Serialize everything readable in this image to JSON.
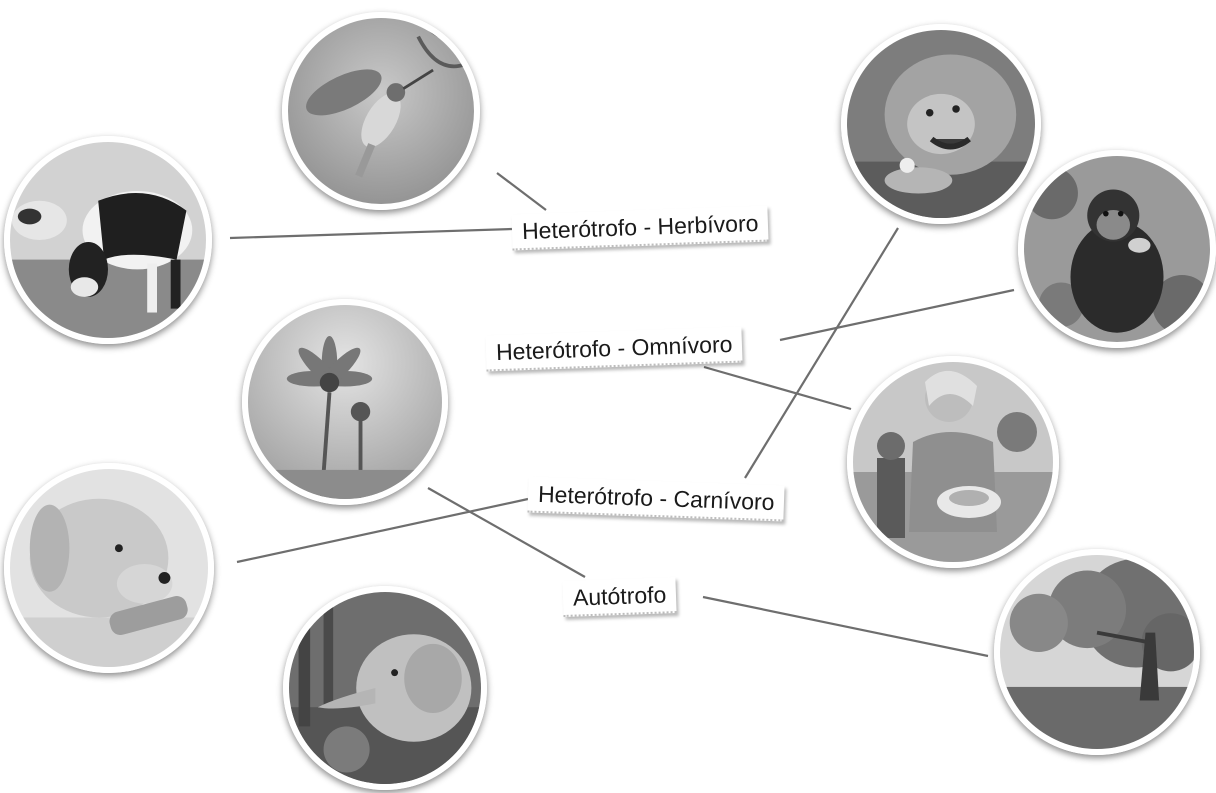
{
  "labels": {
    "herbivoro": "Heterótrofo - Herbívoro",
    "omnivoro": "Heterótrofo - Omnívoro",
    "carnivoro": "Heterótrofo - Carnívoro",
    "autotrofo": "Autótrofo"
  },
  "photos": {
    "hummingbird": "hummingbird-photo",
    "cow": "cow-photo",
    "lion": "lion-photo",
    "chimpanzee": "chimpanzee-photo",
    "flower": "flower-photo",
    "woman": "woman-eating-photo",
    "puppy": "puppy-photo",
    "elephant": "elephant-photo",
    "tree": "tree-photo"
  },
  "colors": {
    "line": "#6e6e6e",
    "photo_border": "#ffffff"
  }
}
